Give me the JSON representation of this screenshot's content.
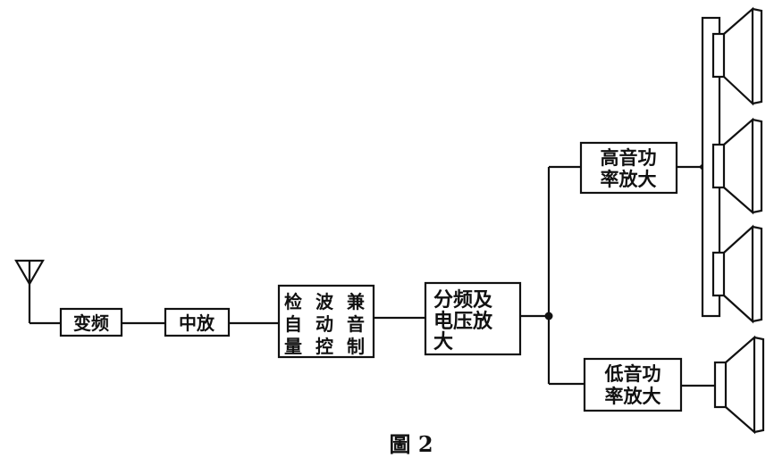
{
  "blocks": {
    "converter": "变频",
    "if_amp": "中放",
    "detector_agc": [
      "检",
      "波",
      "兼",
      "自",
      "动",
      "音",
      "量",
      "控",
      "制"
    ],
    "crossover_preamp": [
      "分频及",
      "电压放",
      "大"
    ],
    "high_amp": [
      "高音功",
      "率放大"
    ],
    "low_amp": [
      "低音功",
      "率放大"
    ]
  },
  "caption": "圖 2"
}
